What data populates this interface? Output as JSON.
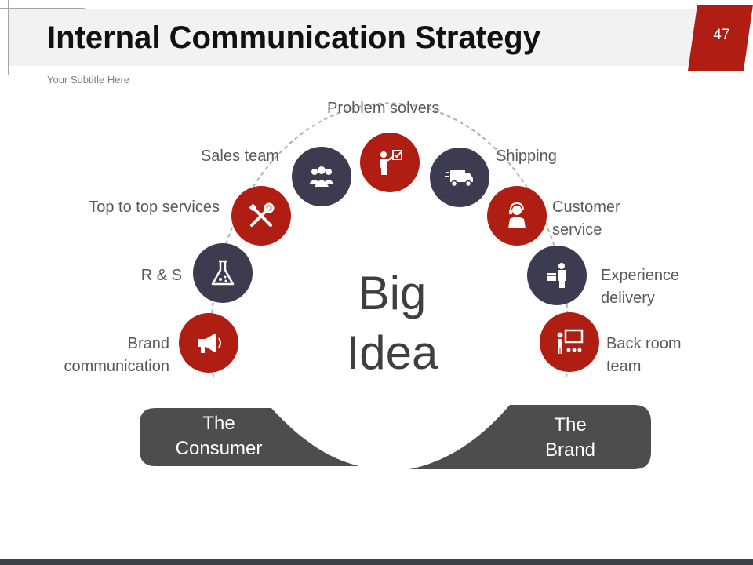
{
  "slide": {
    "title": "Internal Communication Strategy",
    "subtitle": "Your Subtitle Here",
    "page_number": "47"
  },
  "center": {
    "text": "Big\nIdea"
  },
  "bases": {
    "consumer": "The\nConsumer",
    "brand": "The\nBrand"
  },
  "nodes": [
    {
      "label": "Brand\ncommunication",
      "icon": "megaphone-icon",
      "color": "#b01d12"
    },
    {
      "label": "R & S",
      "icon": "flask-icon",
      "color": "#3d3b4f"
    },
    {
      "label": "Top to top services",
      "icon": "tools-icon",
      "color": "#b01d12"
    },
    {
      "label": "Sales team",
      "icon": "team-icon",
      "color": "#3d3b4f"
    },
    {
      "label": "Problem solvers",
      "icon": "presenter-checklist-icon",
      "color": "#b01d12"
    },
    {
      "label": "Shipping",
      "icon": "truck-icon",
      "color": "#3d3b4f"
    },
    {
      "label": "Customer\nservice",
      "icon": "headset-agent-icon",
      "color": "#b01d12"
    },
    {
      "label": "Experience\ndelivery",
      "icon": "delivery-person-icon",
      "color": "#3d3b4f"
    },
    {
      "label": "Back room\nteam",
      "icon": "training-board-icon",
      "color": "#b01d12"
    }
  ],
  "colors": {
    "accent_red": "#b01d12",
    "accent_dark": "#3d3b4f",
    "base_gray": "#4d4d4d"
  }
}
